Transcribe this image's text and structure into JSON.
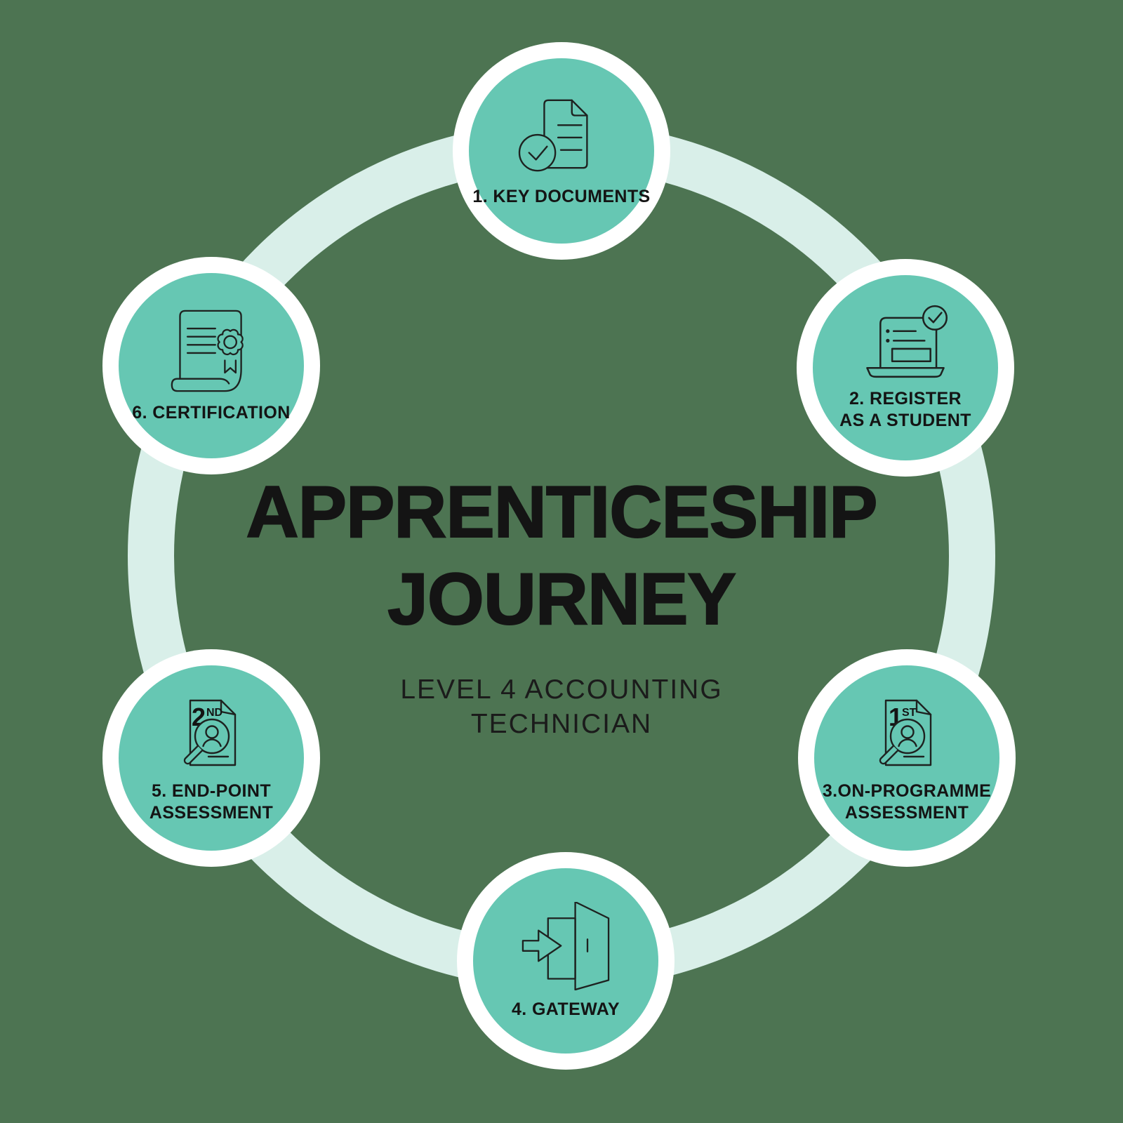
{
  "diagram": {
    "title_line1": "APPRENTICESHIP",
    "title_line2": "JOURNEY",
    "subtitle_line1": "LEVEL 4 ACCOUNTING",
    "subtitle_line2": "TECHNICIAN"
  },
  "colors": {
    "background": "#4d7452",
    "ring": "#d9efe9",
    "node_fill": "#66c7b3",
    "node_border": "#ffffff",
    "icon_stroke": "#1e2220",
    "text": "#141414"
  },
  "steps": [
    {
      "number": "1",
      "label_line1": "1. KEY DOCUMENTS",
      "label_line2": "",
      "icon": "document-check-icon"
    },
    {
      "number": "2",
      "label_line1": "2. REGISTER",
      "label_line2": "AS A STUDENT",
      "icon": "laptop-check-icon"
    },
    {
      "number": "3",
      "label_line1": "3.ON-PROGRAMME",
      "label_line2": "ASSESSMENT",
      "icon": "magnifier-person-document-icon",
      "badge_main": "1",
      "badge_sup": "ST"
    },
    {
      "number": "4",
      "label_line1": "4. GATEWAY",
      "label_line2": "",
      "icon": "door-arrow-icon"
    },
    {
      "number": "5",
      "label_line1": "5. END-POINT",
      "label_line2": "ASSESSMENT",
      "icon": "magnifier-person-document-icon",
      "badge_main": "2",
      "badge_sup": "ND"
    },
    {
      "number": "6",
      "label_line1": "6. CERTIFICATION",
      "label_line2": "",
      "icon": "certificate-rosette-icon"
    }
  ]
}
